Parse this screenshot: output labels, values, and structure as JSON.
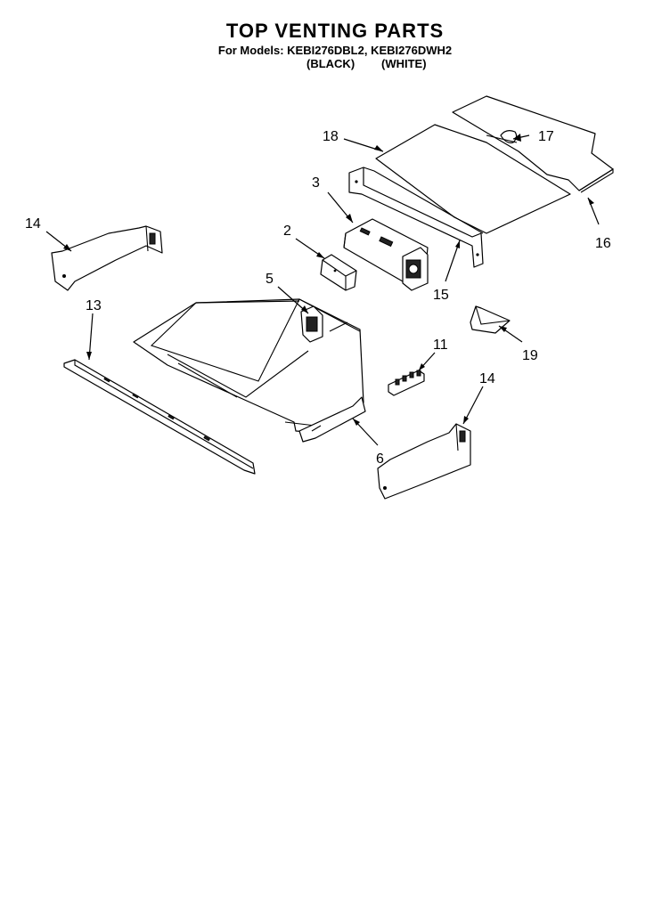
{
  "header": {
    "title": "TOP VENTING PARTS",
    "models_line": "For Models: KEBI276DBL2, KEBI276DWH2",
    "color_black": "(BLACK)",
    "color_white": "(WHITE)"
  },
  "callouts": {
    "p2": "2",
    "p3": "3",
    "p5": "5",
    "p6": "6",
    "p11": "11",
    "p13": "13",
    "p14a": "14",
    "p14b": "14",
    "p15": "15",
    "p16": "16",
    "p17": "17",
    "p18": "18",
    "p19": "19"
  }
}
